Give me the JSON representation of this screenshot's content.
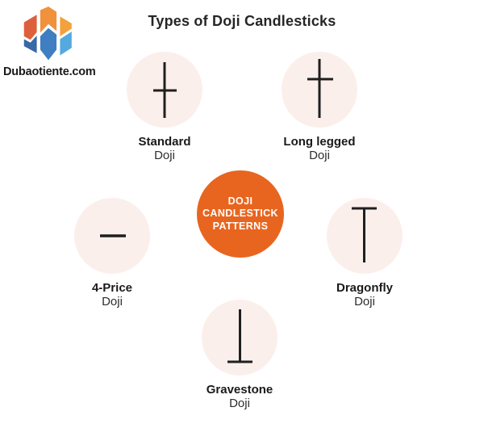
{
  "page": {
    "title": "Types of Doji Candlesticks"
  },
  "logo": {
    "text": "Dubaotiente.com",
    "colors": {
      "red_orange": "#de5f3c",
      "orange": "#f0913b",
      "amber": "#f2a13c",
      "dark_blue": "#3a67a5",
      "blue": "#3e7ec1",
      "light_blue": "#54a9de"
    }
  },
  "center": {
    "lines": [
      "DOJI",
      "CANDLESTICK",
      "PATTERNS"
    ],
    "bg_color": "#e8651f",
    "text_color": "#ffffff"
  },
  "items": [
    {
      "title": "Standard",
      "sub": "Doji",
      "icon": "standard-doji-symbol",
      "position": "top-left"
    },
    {
      "title": "Long legged",
      "sub": "Doji",
      "icon": "long-legged-doji-symbol",
      "position": "top-right"
    },
    {
      "title": "4-Price",
      "sub": "Doji",
      "icon": "four-price-doji-symbol",
      "position": "mid-left"
    },
    {
      "title": "Dragonfly",
      "sub": "Doji",
      "icon": "dragonfly-doji-symbol",
      "position": "mid-right"
    },
    {
      "title": "Gravestone",
      "sub": "Doji",
      "icon": "gravestone-doji-symbol",
      "position": "bottom-center"
    }
  ],
  "style": {
    "node_circle_color": "#fbefec",
    "symbol_stroke_color": "#1f1f1f",
    "background": "#ffffff"
  }
}
